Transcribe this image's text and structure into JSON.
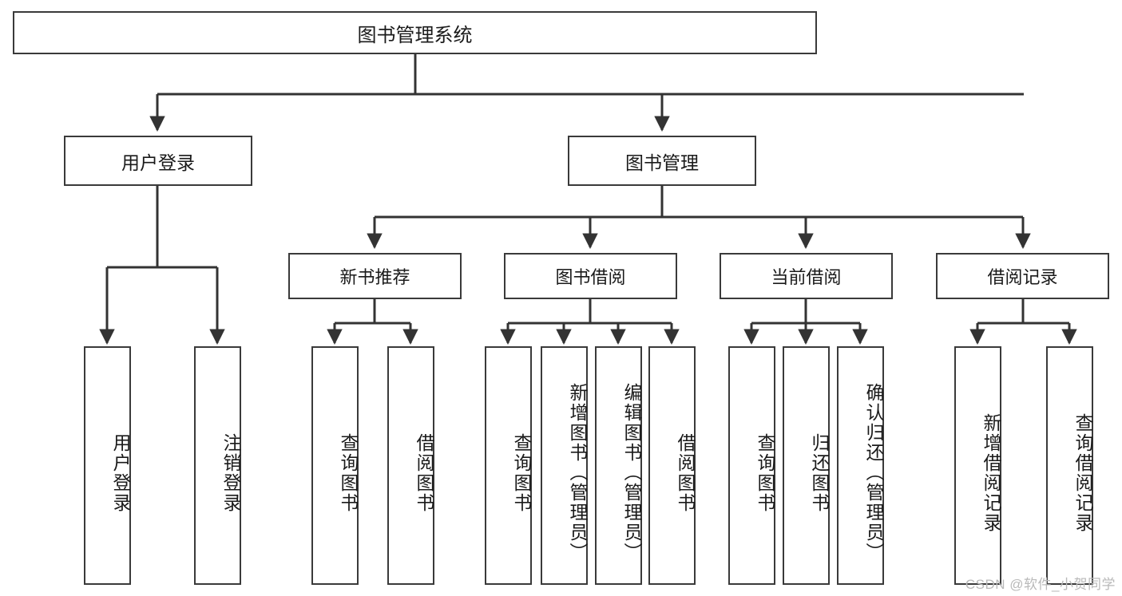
{
  "diagram": {
    "type": "tree",
    "title": "图书管理系统",
    "orientation": "top-down",
    "colors": {
      "box_border": "#3a3a3a",
      "box_fill": "#ffffff",
      "connector": "#333333",
      "text": "#1a1a1a",
      "watermark": "#b9b9b9"
    },
    "root": {
      "label": "图书管理系统"
    },
    "level1": [
      {
        "id": "user-login",
        "label": "用户登录"
      },
      {
        "id": "book-management",
        "label": "图书管理"
      }
    ],
    "level2": [
      {
        "id": "new-book-recommend",
        "label": "新书推荐",
        "parent": "book-management"
      },
      {
        "id": "book-borrow",
        "label": "图书借阅",
        "parent": "book-management"
      },
      {
        "id": "current-borrow",
        "label": "当前借阅",
        "parent": "book-management"
      },
      {
        "id": "borrow-record",
        "label": "借阅记录",
        "parent": "book-management"
      }
    ],
    "leaves": {
      "user-login": [
        {
          "id": "leaf-user-login",
          "label": "用户登录"
        },
        {
          "id": "leaf-logout-login",
          "label": "注销登录"
        }
      ],
      "new-book-recommend": [
        {
          "id": "leaf-query-book-1",
          "label": "查询图书"
        },
        {
          "id": "leaf-borrow-book-1",
          "label": "借阅图书"
        }
      ],
      "book-borrow": [
        {
          "id": "leaf-query-book-2",
          "label": "查询图书"
        },
        {
          "id": "leaf-add-book",
          "label": "新增图书（管理员）"
        },
        {
          "id": "leaf-edit-book",
          "label": "编辑图书（管理员）"
        },
        {
          "id": "leaf-borrow-book-2",
          "label": "借阅图书"
        }
      ],
      "current-borrow": [
        {
          "id": "leaf-query-book-3",
          "label": "查询图书"
        },
        {
          "id": "leaf-return-book",
          "label": "归还图书"
        },
        {
          "id": "leaf-confirm-return",
          "label": "确认归还（管理员）"
        }
      ],
      "borrow-record": [
        {
          "id": "leaf-add-record",
          "label": "新增借阅记录"
        },
        {
          "id": "leaf-query-record",
          "label": "查询借阅记录"
        }
      ]
    }
  },
  "watermark": {
    "text": "CSDN @软件_小贺同学"
  }
}
